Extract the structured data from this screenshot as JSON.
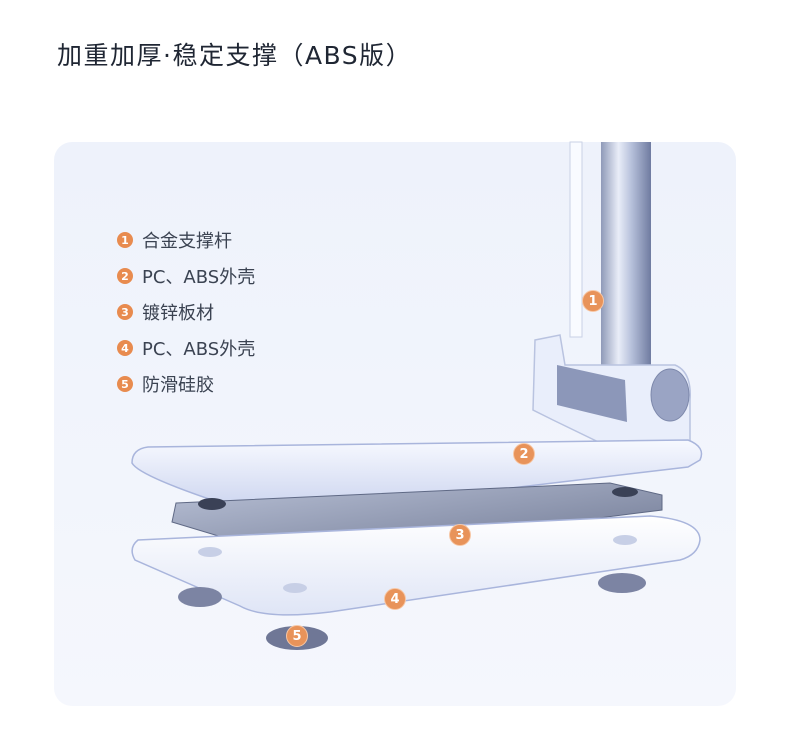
{
  "title": "加重加厚·稳定支撑（ABS版）",
  "legend": [
    {
      "num": "1",
      "label": "合金支撑杆"
    },
    {
      "num": "2",
      "label": "PC、ABS外壳"
    },
    {
      "num": "3",
      "label": "镀锌板材"
    },
    {
      "num": "4",
      "label": "PC、ABS外壳"
    },
    {
      "num": "5",
      "label": "防滑硅胶"
    }
  ],
  "callouts": [
    "1",
    "2",
    "3",
    "4",
    "5"
  ],
  "colors": {
    "accent": "#e88b4f",
    "panel": "#eef2fb",
    "text": "#1f2633"
  }
}
